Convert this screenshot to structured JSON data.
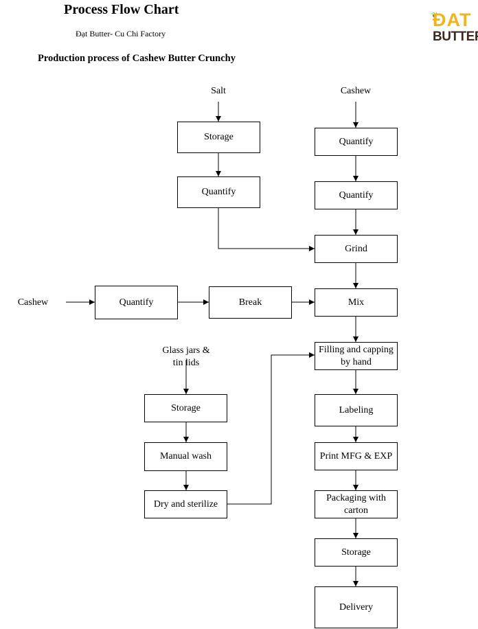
{
  "header": {
    "title": "Process Flow Chart",
    "subtitle": "Đạt Butter- Cu Chi Factory",
    "heading": "Production process of Cashew Butter Crunchy"
  },
  "logo": {
    "line1": "ĐAT",
    "line2": "BUTTER",
    "colors": {
      "gold": "#f0b51c",
      "brown": "#3a2a1e",
      "leaf": "#5aa02c"
    }
  },
  "inputs": {
    "salt": "Salt",
    "cashew_top": "Cashew",
    "cashew_left": "Cashew",
    "glass_line1": "Glass jars &",
    "glass_line2": "tin lids"
  },
  "nodes": {
    "salt_storage": "Storage",
    "salt_quantify": "Quantify",
    "cashew_quantify_1": "Quantify",
    "cashew_quantify_2": "Quantify",
    "grind": "Grind",
    "left_quantify": "Quantify",
    "break": "Break",
    "mix": "Mix",
    "filling_line1": "Filling and capping",
    "filling_line2": "by hand",
    "jar_storage": "Storage",
    "manual_wash": "Manual wash",
    "dry_sterilize": "Dry and sterilize",
    "labeling": "Labeling",
    "print": "Print MFG & EXP",
    "packaging_line1": "Packaging with",
    "packaging_line2": "carton",
    "final_storage": "Storage",
    "delivery": "Delivery"
  }
}
